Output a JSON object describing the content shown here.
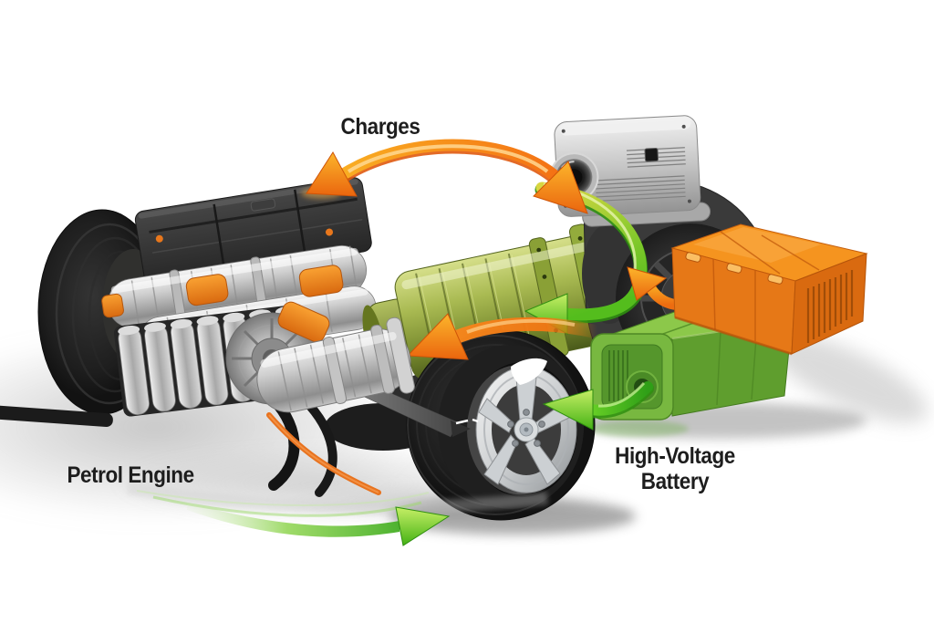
{
  "illustration": {
    "alt": "Cutaway illustration of a hybrid vehicle powertrain showing energy flow arrows between petrol engine, generator, high-voltage battery and rear wheel",
    "labels": {
      "charges": "Charges",
      "petrol_engine": "Petrol Engine",
      "high_voltage_battery": [
        "High-Voltage",
        "Battery"
      ]
    },
    "colors": {
      "background": "#ffffff",
      "label_text": "#1d1d1d",
      "arrow_orange": "#f58a1e",
      "arrow_orange_deep": "#e05a0f",
      "arrow_green": "#53bb1d",
      "arrow_green_bright": "#7ed62a",
      "motor_olive": "#93a73f",
      "battery_orange_top": "#f5941f",
      "battery_orange_front": "#e67817",
      "battery_orange_side": "#d96a10",
      "battery_green_top": "#8cc84a",
      "battery_green_front": "#5f9e2e",
      "metal_light": "#d6d6d6",
      "metal_dark": "#2f2f2f",
      "tire_black": "#1c1c1c"
    },
    "arrow_icons": [
      {
        "name": "charges-arc-arrow",
        "color_key": "arrow_orange",
        "heads": 2
      },
      {
        "name": "generator-to-motor-arrow",
        "color_key": "arrow_green",
        "heads": 1
      },
      {
        "name": "battery-discharge-arrow",
        "color_key": "arrow_orange",
        "heads": 1
      },
      {
        "name": "drive-to-transmission-arrow",
        "color_key": "arrow_orange",
        "heads": 1
      },
      {
        "name": "battery-to-wheel-arrow",
        "color_key": "arrow_green",
        "heads": 1
      },
      {
        "name": "petrol-drive-swoosh-arrow",
        "color_key": "arrow_green",
        "heads": 1
      }
    ]
  }
}
